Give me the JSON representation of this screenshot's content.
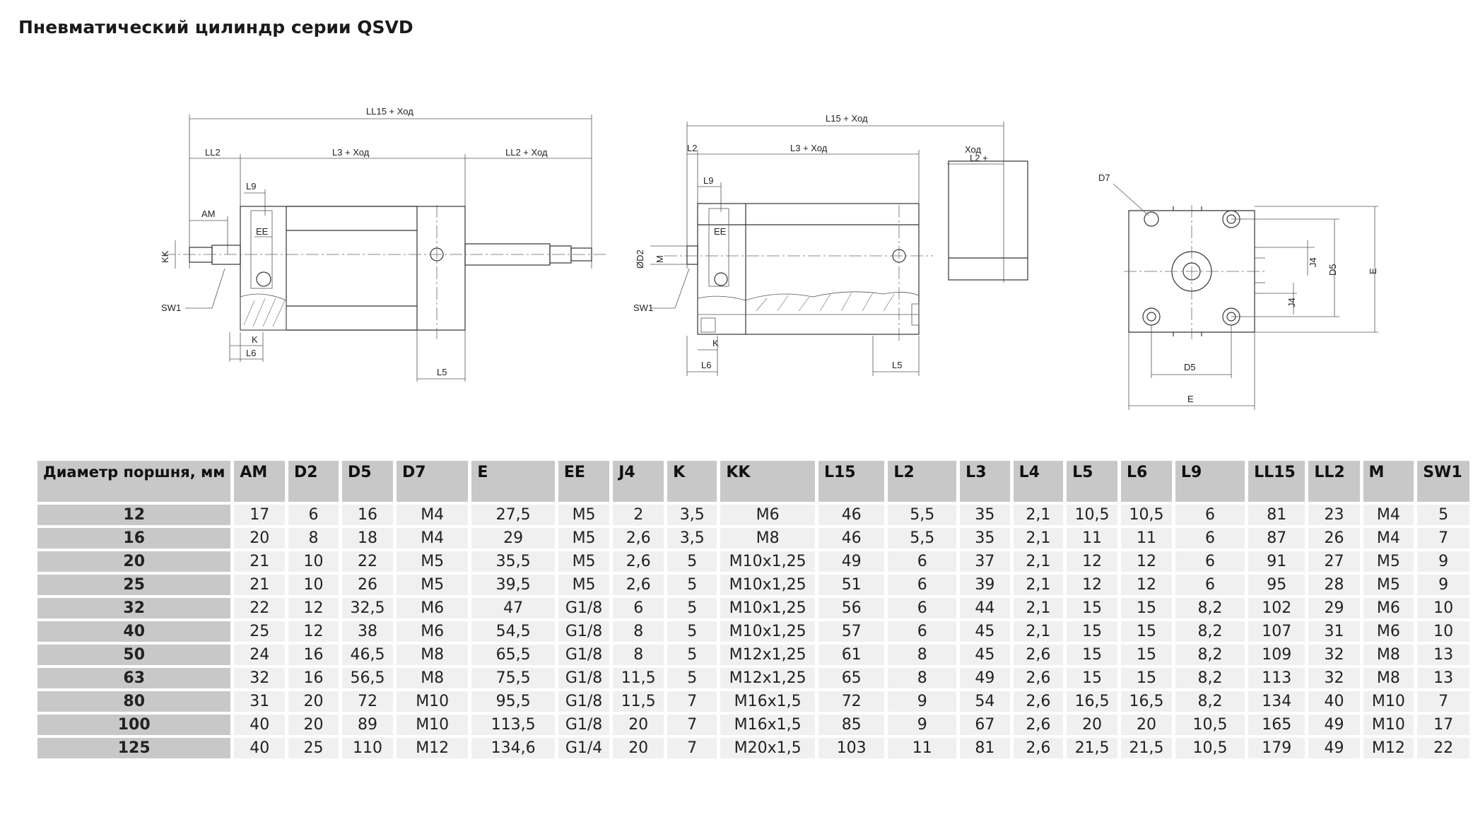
{
  "title": "Пневматический цилиндр серии QSVD",
  "drawing_labels": {
    "d1": {
      "LL15": "LL15 + Ход",
      "LL2": "LL2",
      "L3": "L3 + Ход",
      "LL2_stroke": "LL2 + Ход",
      "L9": "L9",
      "AM": "AM",
      "EE": "EE",
      "KK": "KK",
      "SW1": "SW1",
      "K": "K",
      "L6": "L6",
      "L5": "L5"
    },
    "d2": {
      "L15": "L15 + Ход",
      "L2": "L2",
      "L3": "L3 + Ход",
      "stroke": "Ход",
      "L2plus": "L2 +",
      "L9": "L9",
      "EE": "EE",
      "D2": "ØD2",
      "M": "M",
      "SW1": "SW1",
      "K": "K",
      "L6": "L6",
      "L5": "L5"
    },
    "d3": {
      "D7": "D7",
      "J4a": "J4",
      "J4b": "J4",
      "D5v": "D5",
      "Ev": "E",
      "D5h": "D5",
      "Eh": "E"
    }
  },
  "table": {
    "headers": [
      "Диаметр поршня, мм",
      "AM",
      "D2",
      "D5",
      "D7",
      "E",
      "EE",
      "J4",
      "K",
      "KK",
      "L15",
      "L2",
      "L3",
      "L4",
      "L5",
      "L6",
      "L9",
      "LL15",
      "LL2",
      "M",
      "SW1"
    ],
    "rows": [
      [
        "12",
        "17",
        "6",
        "16",
        "M4",
        "27,5",
        "M5",
        "2",
        "3,5",
        "M6",
        "46",
        "5,5",
        "35",
        "2,1",
        "10,5",
        "10,5",
        "6",
        "81",
        "23",
        "M4",
        "5"
      ],
      [
        "16",
        "20",
        "8",
        "18",
        "M4",
        "29",
        "M5",
        "2,6",
        "3,5",
        "M8",
        "46",
        "5,5",
        "35",
        "2,1",
        "11",
        "11",
        "6",
        "87",
        "26",
        "M4",
        "7"
      ],
      [
        "20",
        "21",
        "10",
        "22",
        "M5",
        "35,5",
        "M5",
        "2,6",
        "5",
        "M10x1,25",
        "49",
        "6",
        "37",
        "2,1",
        "12",
        "12",
        "6",
        "91",
        "27",
        "M5",
        "9"
      ],
      [
        "25",
        "21",
        "10",
        "26",
        "M5",
        "39,5",
        "M5",
        "2,6",
        "5",
        "M10x1,25",
        "51",
        "6",
        "39",
        "2,1",
        "12",
        "12",
        "6",
        "95",
        "28",
        "M5",
        "9"
      ],
      [
        "32",
        "22",
        "12",
        "32,5",
        "M6",
        "47",
        "G1/8",
        "6",
        "5",
        "M10x1,25",
        "56",
        "6",
        "44",
        "2,1",
        "15",
        "15",
        "8,2",
        "102",
        "29",
        "M6",
        "10"
      ],
      [
        "40",
        "25",
        "12",
        "38",
        "M6",
        "54,5",
        "G1/8",
        "8",
        "5",
        "M10x1,25",
        "57",
        "6",
        "45",
        "2,1",
        "15",
        "15",
        "8,2",
        "107",
        "31",
        "M6",
        "10"
      ],
      [
        "50",
        "24",
        "16",
        "46,5",
        "M8",
        "65,5",
        "G1/8",
        "8",
        "5",
        "M12x1,25",
        "61",
        "8",
        "45",
        "2,6",
        "15",
        "15",
        "8,2",
        "109",
        "32",
        "M8",
        "13"
      ],
      [
        "63",
        "32",
        "16",
        "56,5",
        "M8",
        "75,5",
        "G1/8",
        "11,5",
        "5",
        "M12x1,25",
        "65",
        "8",
        "49",
        "2,6",
        "15",
        "15",
        "8,2",
        "113",
        "32",
        "M8",
        "13"
      ],
      [
        "80",
        "31",
        "20",
        "72",
        "M10",
        "95,5",
        "G1/8",
        "11,5",
        "7",
        "M16x1,5",
        "72",
        "9",
        "54",
        "2,6",
        "16,5",
        "16,5",
        "8,2",
        "134",
        "40",
        "M10",
        "7"
      ],
      [
        "100",
        "40",
        "20",
        "89",
        "M10",
        "113,5",
        "G1/8",
        "20",
        "7",
        "M16x1,5",
        "85",
        "9",
        "67",
        "2,6",
        "20",
        "20",
        "10,5",
        "165",
        "49",
        "M10",
        "17"
      ],
      [
        "125",
        "40",
        "25",
        "110",
        "M12",
        "134,6",
        "G1/4",
        "20",
        "7",
        "M20x1,5",
        "103",
        "11",
        "81",
        "2,6",
        "21,5",
        "21,5",
        "10,5",
        "179",
        "49",
        "M12",
        "22"
      ]
    ]
  }
}
